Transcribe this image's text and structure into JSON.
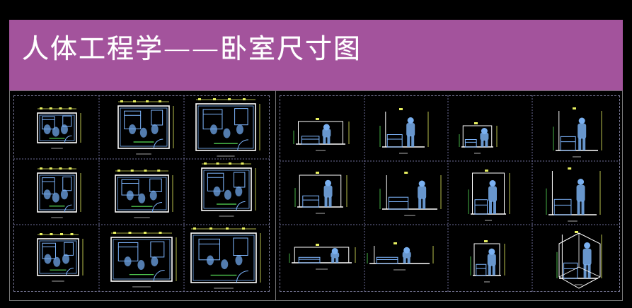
{
  "title": "人体工程学——卧室尺寸图",
  "colors": {
    "background": "#000000",
    "banner": "#a3539c",
    "line_main": "#7fb7ff",
    "line_accent": "#e8f060",
    "line_green": "#58e058",
    "frame": "#7a7a7a"
  },
  "left_panel": {
    "rows": 3,
    "cols": 3
  },
  "right_panel": {
    "rows": 3,
    "cols": 4
  }
}
